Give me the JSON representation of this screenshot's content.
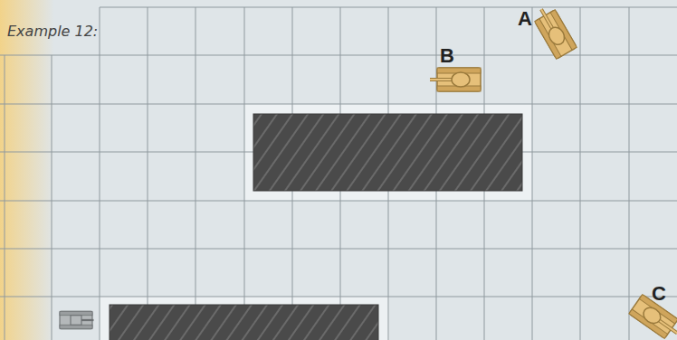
{
  "diagram": {
    "title": "Example 12:",
    "labels": [
      "A",
      "B",
      "C"
    ]
  }
}
